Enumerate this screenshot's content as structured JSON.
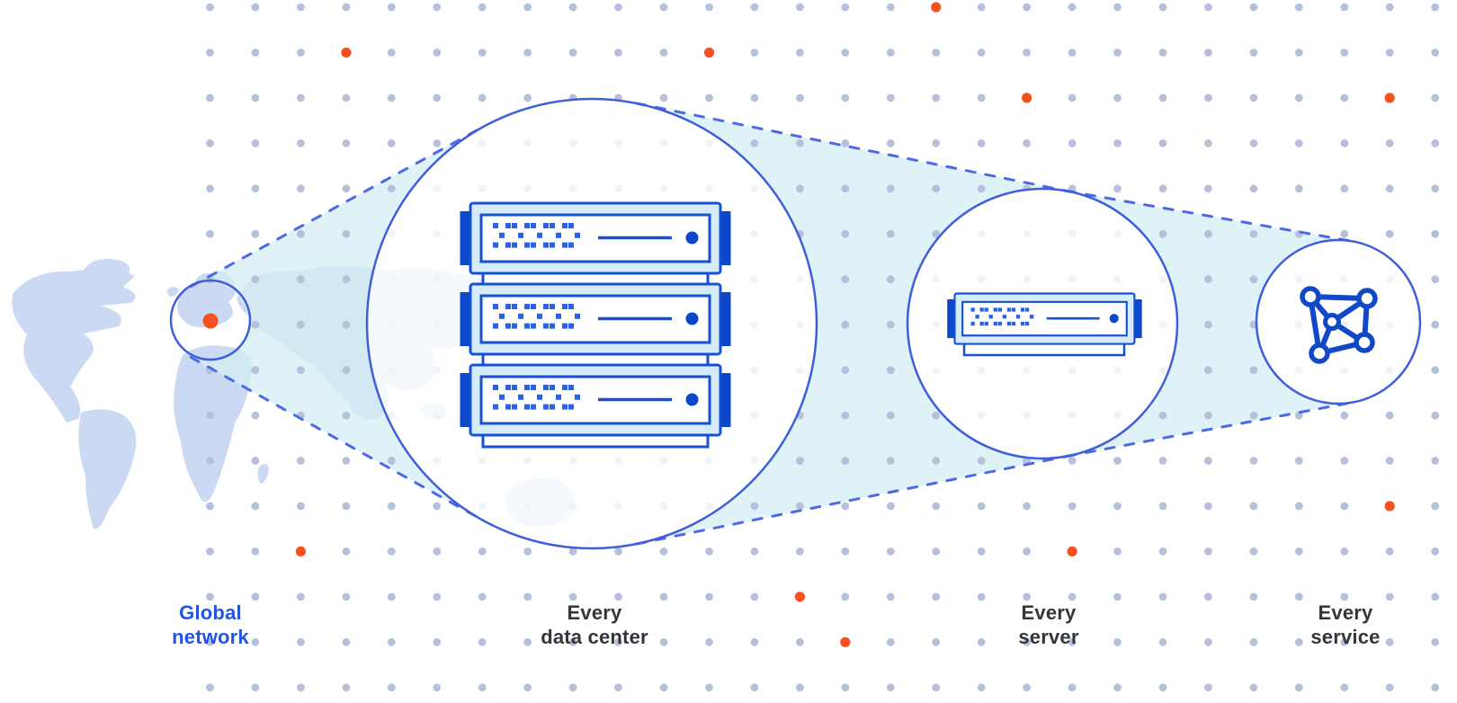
{
  "diagram": {
    "stages": [
      {
        "id": "global-network",
        "label_line1": "Global",
        "label_line2": "network",
        "color": "#2353e6"
      },
      {
        "id": "every-data-center",
        "label_line1": "Every",
        "label_line2": "data center",
        "color": "#35363c"
      },
      {
        "id": "every-server",
        "label_line1": "Every",
        "label_line2": "server",
        "color": "#35363c"
      },
      {
        "id": "every-service",
        "label_line1": "Every",
        "label_line2": "service",
        "color": "#35363c"
      }
    ]
  },
  "colors": {
    "background": "#ffffff",
    "grid_dot": "#b6c0da",
    "accent_orange": "#f6511f",
    "map_land": "#cbd9f3",
    "circle_stroke": "#3f5fd9",
    "dashed_stroke": "#4d6ae6",
    "cone_teal": "#d4eef4",
    "server_outline": "#1551d4",
    "server_fill": "#d6ebf8",
    "server_square": "#2a62e6",
    "server_accent": "#0c47c9",
    "icon_blue": "#1148c8"
  }
}
